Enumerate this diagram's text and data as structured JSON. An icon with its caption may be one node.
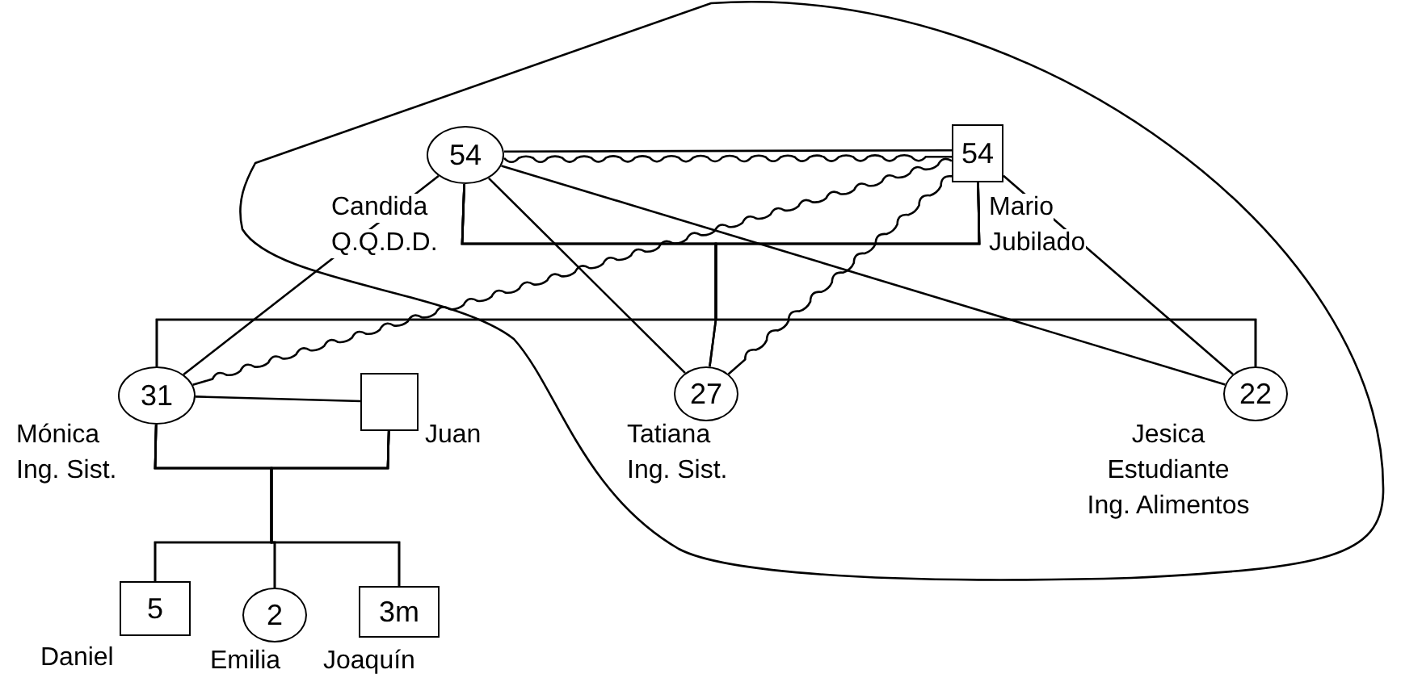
{
  "diagram": {
    "nodes": [
      {
        "text": [
          "54"
        ],
        "beside": [
          "Candida",
          "Q.Q.D.D."
        ]
      },
      {
        "text": [
          "54"
        ],
        "beside": [
          "Mario",
          "Jubilado"
        ]
      },
      {
        "text": [
          "31"
        ],
        "beside": [
          "Mónica",
          "Ing. Sist."
        ]
      },
      {
        "text": [],
        "shape": "box",
        "beside": [
          "Juan"
        ]
      },
      {
        "text": [
          "27"
        ],
        "beside": [
          "Tatiana",
          "Ing. Sist."
        ]
      },
      {
        "text": [
          "22"
        ],
        "beside": [
          "Jesica",
          "Estudiante",
          "Ing. Alimentos"
        ]
      },
      {
        "text": [
          "5"
        ],
        "beside": [
          "Daniel"
        ]
      },
      {
        "text": [
          "2"
        ],
        "beside": [
          "Emilia"
        ]
      },
      {
        "text": [
          "3m"
        ],
        "beside": [
          "Joaquín"
        ]
      }
    ],
    "edges": [
      {
        "from": 0,
        "to": 1,
        "arrow": "none"
      },
      {
        "from": 0,
        "to": 1,
        "arrow": "none"
      },
      {
        "from": 0,
        "to": 1,
        "arrow": "none"
      },
      {
        "from": 0,
        "to": 2,
        "arrow": "none"
      },
      {
        "from": 0,
        "to": 4,
        "arrow": "none"
      },
      {
        "from": 0,
        "to": 5,
        "arrow": "none"
      },
      {
        "from": 1,
        "to": 2,
        "arrow": "none"
      },
      {
        "from": 1,
        "to": 4,
        "arrow": "none"
      },
      {
        "from": 1,
        "to": 5,
        "arrow": "none"
      },
      {
        "from": 0,
        "to": 2,
        "arrow": "none"
      },
      {
        "from": 1,
        "to": 2,
        "arrow": "none"
      },
      {
        "from": 0,
        "to": 4,
        "arrow": "none"
      },
      {
        "from": 1,
        "to": 4,
        "arrow": "none"
      },
      {
        "from": 0,
        "to": 5,
        "arrow": "none"
      },
      {
        "from": 1,
        "to": 5,
        "arrow": "none"
      },
      {
        "from": 2,
        "to": 3,
        "arrow": "none"
      },
      {
        "from": 2,
        "to": 3,
        "arrow": "none"
      },
      {
        "from": 2,
        "to": 6,
        "arrow": "none"
      },
      {
        "from": 3,
        "to": 6,
        "arrow": "none"
      },
      {
        "from": 2,
        "to": 7,
        "arrow": "none"
      },
      {
        "from": 3,
        "to": 7,
        "arrow": "none"
      },
      {
        "from": 2,
        "to": 8,
        "arrow": "none"
      },
      {
        "from": 3,
        "to": 8,
        "arrow": "none"
      }
    ]
  }
}
